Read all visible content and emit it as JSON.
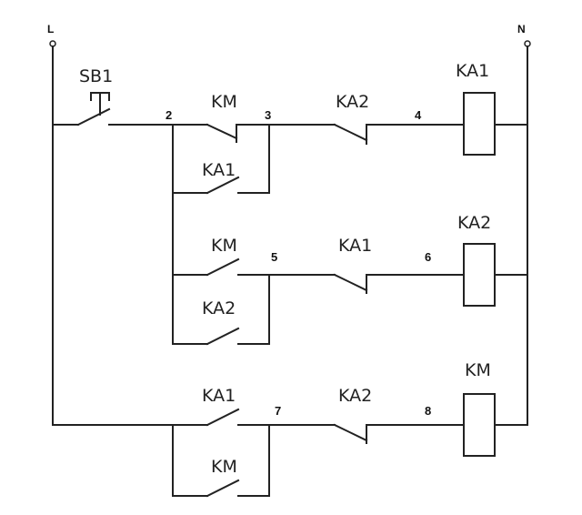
{
  "rails": {
    "line": "L",
    "neutral": "N"
  },
  "nodes": {
    "n2": "2",
    "n3": "3",
    "n4": "4",
    "n5": "5",
    "n6": "6",
    "n7": "7",
    "n8": "8"
  },
  "rung1": {
    "start_button": "SB1",
    "km_contact": "KM",
    "ka1_hold_contact": "KA1",
    "ka2_interlock": "KA2",
    "coil": "KA1"
  },
  "rung2": {
    "km_contact": "KM",
    "ka2_hold_contact": "KA2",
    "ka1_interlock": "KA1",
    "coil": "KA2"
  },
  "rung3": {
    "ka1_contact": "KA1",
    "km_hold_contact": "KM",
    "ka2_interlock": "KA2",
    "coil": "KM"
  }
}
